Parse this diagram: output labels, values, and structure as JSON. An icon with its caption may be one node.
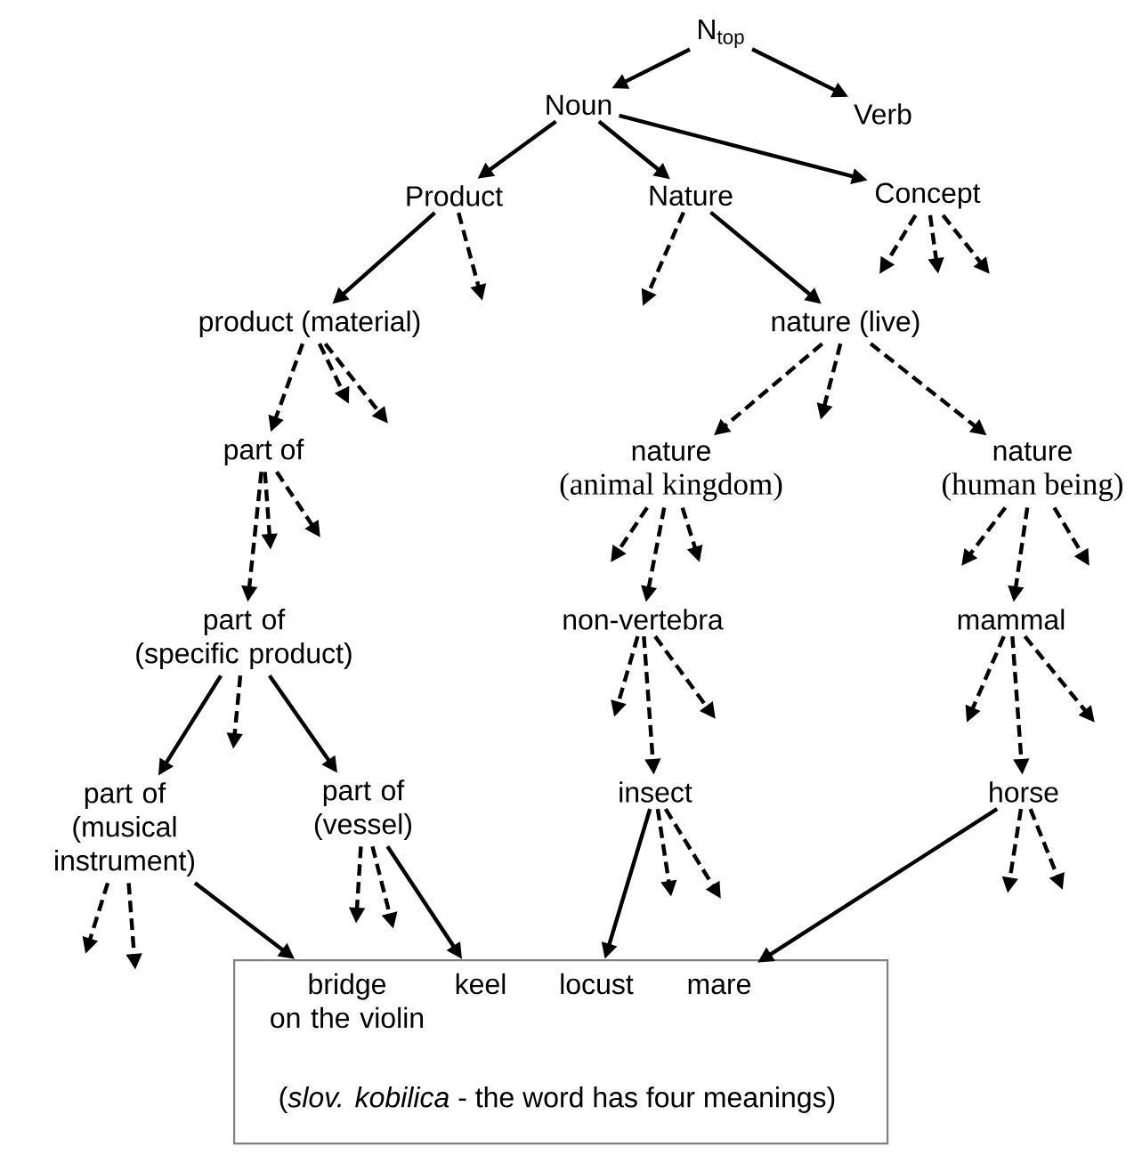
{
  "diagram": {
    "nodes": [
      {
        "text": [
          "N$_{top}$"
        ]
      },
      {
        "text": [
          "Noun"
        ]
      },
      {
        "text": [
          "Verb"
        ]
      },
      {
        "text": [
          "Product"
        ]
      },
      {
        "text": [
          "Nature"
        ]
      },
      {
        "text": [
          "Concept"
        ]
      },
      {
        "text": [
          "product (material)"
        ]
      },
      {
        "text": [
          "nature (live)"
        ]
      },
      {
        "text": [
          "part of"
        ]
      },
      {
        "text": [
          "nature",
          "(animal kingdom)"
        ]
      },
      {
        "text": [
          "nature",
          "(human being)"
        ]
      },
      {
        "text": [
          "part of (specific product)"
        ]
      },
      {
        "text": [
          "non-vertebra"
        ]
      },
      {
        "text": [
          "mammal"
        ]
      },
      {
        "text": [
          "part of (musical instrument)"
        ]
      },
      {
        "text": [
          "part of (vessel)"
        ]
      },
      {
        "text": [
          "insect"
        ]
      },
      {
        "text": [
          "horse"
        ]
      },
      {
        "text": [
          "(*slov. kobilica* - the word has four meanings)"
        ]
      },
      {
        "text": [
          "bridge on the violin"
        ],
        "in": 18
      },
      {
        "text": [
          "keel"
        ],
        "in": 18
      },
      {
        "text": [
          "locust"
        ],
        "in": 18
      },
      {
        "text": [
          "mare"
        ],
        "in": 18
      }
    ],
    "edges": [
      {
        "from": 0,
        "to": 1,
        "arrow": "to"
      },
      {
        "from": 0,
        "to": 2,
        "arrow": "to"
      },
      {
        "from": 1,
        "to": 3,
        "arrow": "to"
      },
      {
        "from": 1,
        "to": 4,
        "arrow": "to"
      },
      {
        "from": 1,
        "to": 5,
        "arrow": "to"
      },
      {
        "from": 3,
        "to": 6,
        "arrow": "to"
      },
      {
        "from": 3,
        "to": null,
        "arrow": "to",
        "style": "dashed"
      },
      {
        "from": 4,
        "to": null,
        "arrow": "to",
        "style": "dashed"
      },
      {
        "from": 4,
        "to": 7,
        "arrow": "to"
      },
      {
        "from": 5,
        "to": null,
        "arrow": "to",
        "style": "dashed"
      },
      {
        "from": 5,
        "to": null,
        "arrow": "to",
        "style": "dashed"
      },
      {
        "from": 5,
        "to": null,
        "arrow": "to",
        "style": "dashed"
      },
      {
        "from": 6,
        "to": 8,
        "arrow": "to",
        "style": "dashed"
      },
      {
        "from": 6,
        "to": null,
        "arrow": "to",
        "style": "dashed"
      },
      {
        "from": 6,
        "to": null,
        "arrow": "to",
        "style": "dashed"
      },
      {
        "from": 7,
        "to": 9,
        "arrow": "to",
        "style": "dashed"
      },
      {
        "from": 7,
        "to": null,
        "arrow": "to",
        "style": "dashed"
      },
      {
        "from": 7,
        "to": 10,
        "arrow": "to",
        "style": "dashed"
      },
      {
        "from": 8,
        "to": 11,
        "arrow": "to",
        "style": "dashed"
      },
      {
        "from": 8,
        "to": null,
        "arrow": "to",
        "style": "dashed"
      },
      {
        "from": 8,
        "to": null,
        "arrow": "to",
        "style": "dashed"
      },
      {
        "from": 9,
        "to": null,
        "arrow": "to",
        "style": "dashed"
      },
      {
        "from": 9,
        "to": 12,
        "arrow": "to",
        "style": "dashed"
      },
      {
        "from": 9,
        "to": null,
        "arrow": "to",
        "style": "dashed"
      },
      {
        "from": 10,
        "to": null,
        "arrow": "to",
        "style": "dashed"
      },
      {
        "from": 10,
        "to": 13,
        "arrow": "to",
        "style": "dashed"
      },
      {
        "from": 10,
        "to": null,
        "arrow": "to",
        "style": "dashed"
      },
      {
        "from": 11,
        "to": 14,
        "arrow": "to"
      },
      {
        "from": 11,
        "to": null,
        "arrow": "to",
        "style": "dashed"
      },
      {
        "from": 11,
        "to": 15,
        "arrow": "to"
      },
      {
        "from": 12,
        "to": null,
        "arrow": "to",
        "style": "dashed"
      },
      {
        "from": 12,
        "to": 16,
        "arrow": "to",
        "style": "dashed"
      },
      {
        "from": 12,
        "to": null,
        "arrow": "to",
        "style": "dashed"
      },
      {
        "from": 13,
        "to": null,
        "arrow": "to",
        "style": "dashed"
      },
      {
        "from": 13,
        "to": 17,
        "arrow": "to",
        "style": "dashed"
      },
      {
        "from": 13,
        "to": null,
        "arrow": "to",
        "style": "dashed"
      },
      {
        "from": 14,
        "to": null,
        "arrow": "to",
        "style": "dashed"
      },
      {
        "from": 14,
        "to": null,
        "arrow": "to",
        "style": "dashed"
      },
      {
        "from": 14,
        "to": 19,
        "arrow": "to"
      },
      {
        "from": 15,
        "to": null,
        "arrow": "to",
        "style": "dashed"
      },
      {
        "from": 15,
        "to": null,
        "arrow": "to",
        "style": "dashed"
      },
      {
        "from": 15,
        "to": 20,
        "arrow": "to"
      },
      {
        "from": 16,
        "to": 21,
        "arrow": "to"
      },
      {
        "from": 16,
        "to": null,
        "arrow": "to",
        "style": "dashed"
      },
      {
        "from": 16,
        "to": null,
        "arrow": "to",
        "style": "dashed"
      },
      {
        "from": 17,
        "to": 22,
        "arrow": "to"
      },
      {
        "from": 17,
        "to": null,
        "arrow": "to",
        "style": "dashed"
      },
      {
        "from": 17,
        "to": null,
        "arrow": "to",
        "style": "dashed"
      }
    ]
  }
}
